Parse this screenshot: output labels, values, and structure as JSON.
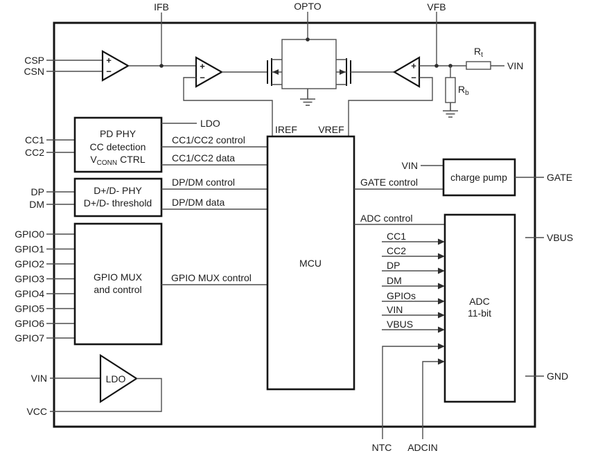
{
  "pins": {
    "top": {
      "ifb": "IFB",
      "opto": "OPTO",
      "vfb": "VFB"
    },
    "left": {
      "csp": "CSP",
      "csn": "CSN",
      "cc1": "CC1",
      "cc2": "CC2",
      "dp": "DP",
      "dm": "DM",
      "gpio": [
        "GPIO0",
        "GPIO1",
        "GPIO2",
        "GPIO3",
        "GPIO4",
        "GPIO5",
        "GPIO6",
        "GPIO7"
      ],
      "vin": "VIN",
      "vcc": "VCC"
    },
    "right": {
      "vin": "VIN",
      "gate": "GATE",
      "vbus": "VBUS",
      "gnd": "GND"
    },
    "bottom": {
      "ntc": "NTC",
      "adcin": "ADCIN"
    }
  },
  "blocks": {
    "pd_phy": {
      "line1": "PD PHY",
      "line2": "CC detection",
      "line3_main": "V",
      "line3_sub": "CONN",
      "line3_tail": "CTRL"
    },
    "usb_phy": {
      "line1": "D+/D- PHY",
      "line2": "D+/D- threshold"
    },
    "gpio_mux": {
      "line1": "GPIO MUX",
      "line2": "and control"
    },
    "mcu": {
      "label": "MCU"
    },
    "charge_pump": {
      "label": "charge pump"
    },
    "adc": {
      "line1": "ADC",
      "line2": "11-bit"
    },
    "ldo_regulator": {
      "label": "LDO"
    }
  },
  "signals": {
    "ldo": "LDO",
    "cc12_control": "CC1/CC2 control",
    "cc12_data": "CC1/CC2 data",
    "dpdm_control": "DP/DM control",
    "dpdm_data": "DP/DM data",
    "gpio_mux_control": "GPIO MUX control",
    "iref": "IREF",
    "vref": "VREF",
    "vin_to_charge_pump": "VIN",
    "gate_control": "GATE control",
    "adc_control": "ADC control",
    "adc_inputs": [
      "CC1",
      "CC2",
      "DP",
      "DM",
      "GPIOs",
      "VIN",
      "VBUS"
    ]
  },
  "components": {
    "rt_main": "R",
    "rt_sub": "t",
    "rb_main": "R",
    "rb_sub": "b",
    "opamp_plus": "+",
    "opamp_minus": "−"
  },
  "colors": {
    "background": "#ffffff",
    "wire": "#4d4d4d",
    "block_border": "#141414",
    "text": "#1c1c1c"
  }
}
